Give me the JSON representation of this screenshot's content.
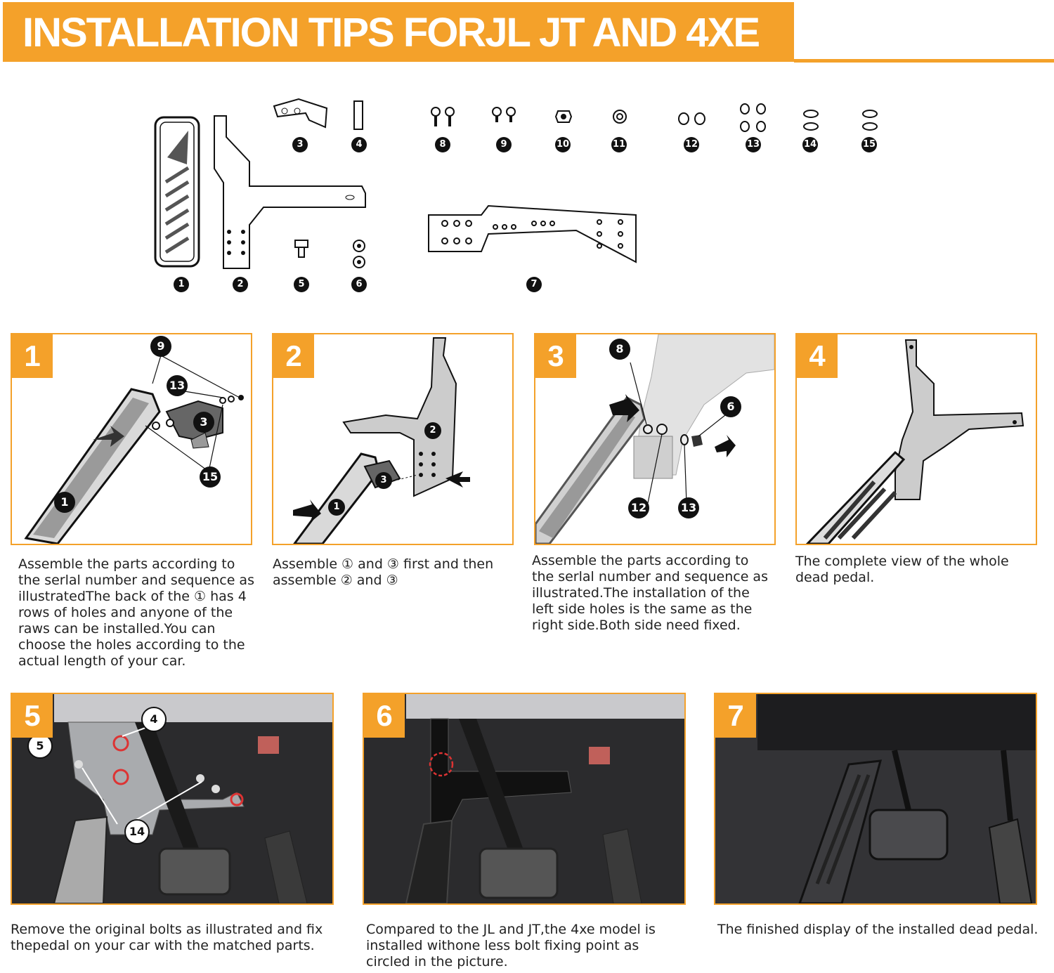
{
  "header": {
    "title": "INSTALLATION TIPS FORJL JT AND 4XE"
  },
  "parts": [
    "1",
    "2",
    "3",
    "4",
    "5",
    "6",
    "7",
    "8",
    "9",
    "10",
    "11",
    "12",
    "13",
    "14",
    "15"
  ],
  "steps": [
    {
      "num": "1",
      "caption": "Assemble the parts according to the serlal number and sequence as illustratedThe back of the ① has 4 rows of holes and anyone of the raws can be installed.You can choose the holes according to the actual length of your car.",
      "callouts": [
        "9",
        "13",
        "3",
        "15",
        "1"
      ]
    },
    {
      "num": "2",
      "caption": "Assemble ① and ③ first and then assemble ② and ③",
      "callouts": [
        "2",
        "3",
        "1"
      ]
    },
    {
      "num": "3",
      "caption": "Assemble the parts according to the serlal number and sequence as illustrated.The installation of the left side holes is the same as the right side.Both side need fixed.",
      "callouts": [
        "8",
        "6",
        "12",
        "13"
      ]
    },
    {
      "num": "4",
      "caption": "The complete view of the whole dead pedal.",
      "callouts": []
    },
    {
      "num": "5",
      "caption": "Remove the original bolts as illustrated and fix thepedal on your car with the matched parts.",
      "callouts": [
        "4",
        "5",
        "14"
      ]
    },
    {
      "num": "6",
      "caption": "Compared to the JL and JT,the 4xe model is installed withone less bolt fixing point as circled in the picture.",
      "callouts": []
    },
    {
      "num": "7",
      "caption": "The finished display of the installed dead pedal.",
      "callouts": []
    }
  ],
  "colors": {
    "accent": "#f4a12a",
    "photo_dark": "#2b2b2d"
  }
}
